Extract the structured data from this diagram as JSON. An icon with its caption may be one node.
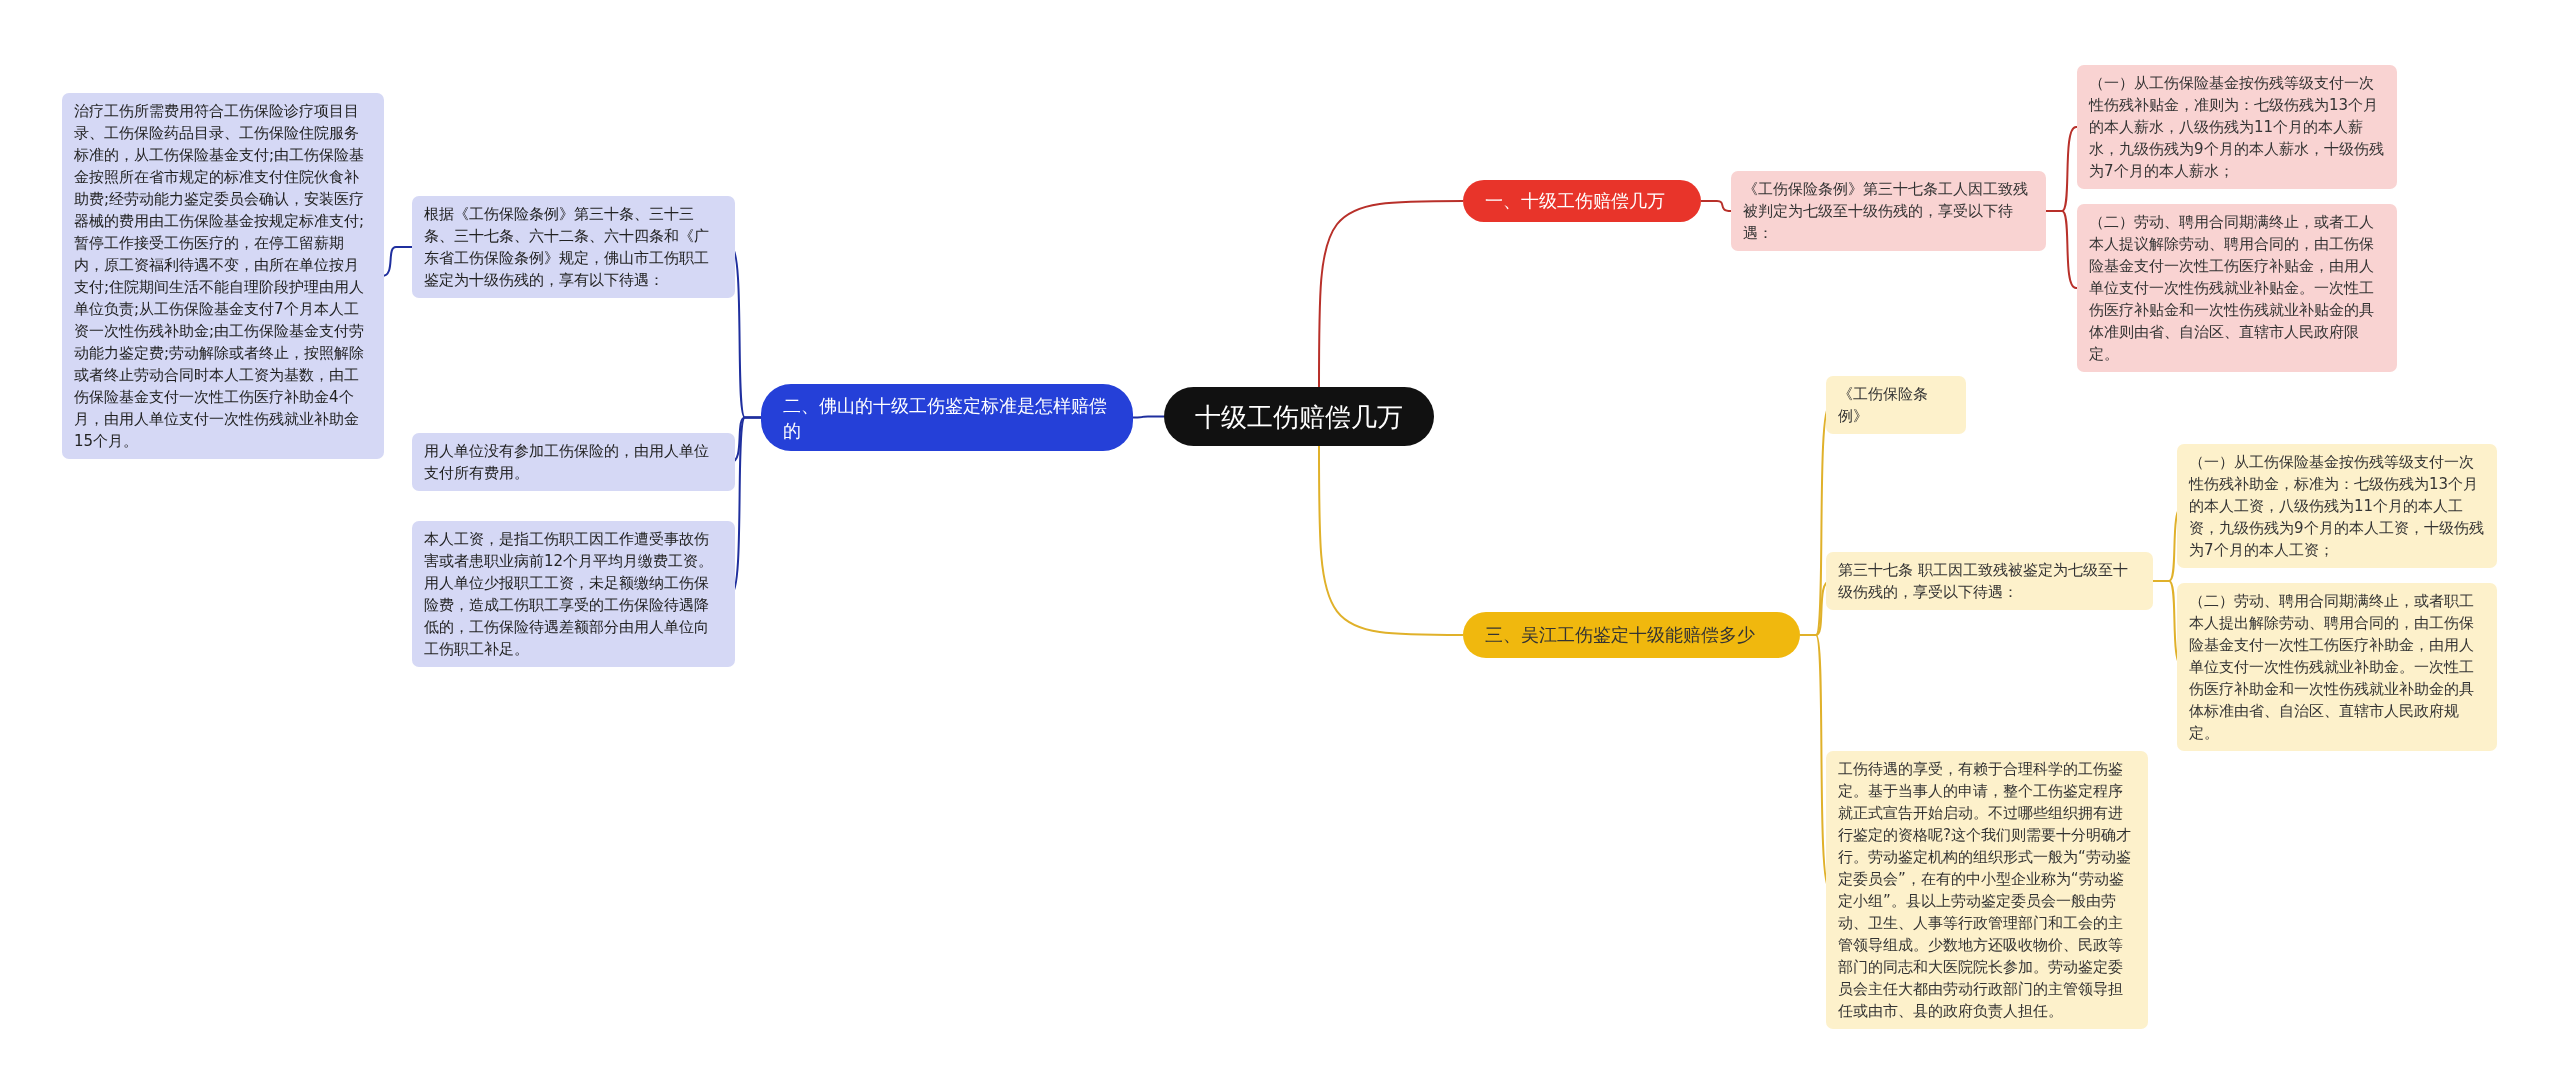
{
  "diagram": {
    "nodes": [
      {
        "text": [
          "十级工伤赔偿几万"
        ]
      },
      {
        "text": [
          "一、十级工伤赔偿几万"
        ]
      },
      {
        "text": [
          "《工伤保险条例》第三十七条工人因工致残被判定为七级至十级伤残的，享受以下待遇："
        ]
      },
      {
        "text": [
          "（一）从工伤保险基金按伤残等级支付一次性伤残补贴金，准则为：七级伤残为13个月的本人薪水，八级伤残为11个月的本人薪水，九级伤残为9个月的本人薪水，十级伤残为7个月的本人薪水；"
        ]
      },
      {
        "text": [
          "（二）劳动、聘用合同期满终止，或者工人本人提议解除劳动、聘用合同的，由工伤保险基金支付一次性工伤医疗补贴金，由用人单位支付一次性伤残就业补贴金。一次性工伤医疗补贴金和一次性伤残就业补贴金的具体准则由省、自治区、直辖市人民政府限定。"
        ]
      },
      {
        "text": [
          "二、佛山的十级工伤鉴定标准是怎样赔偿的"
        ]
      },
      {
        "text": [
          "根据《工伤保险条例》第三十条、三十三条、三十七条、六十二条、六十四条和《广东省工伤保险条例》规定，佛山市工伤职工鉴定为十级伤残的，享有以下待遇："
        ]
      },
      {
        "text": [
          "治疗工伤所需费用符合工伤保险诊疗项目目录、工伤保险药品目录、工伤保险住院服务标准的，从工伤保险基金支付;由工伤保险基金按照所在省市规定的标准支付住院伙食补助费;经劳动能力鉴定委员会确认，安装医疗器械的费用由工伤保险基金按规定标准支付;暂停工作接受工伤医疗的，在停工留薪期内，原工资福利待遇不变，由所在单位按月支付;住院期间生活不能自理阶段护理由用人单位负责;从工伤保险基金支付7个月本人工资一次性伤残补助金;由工伤保险基金支付劳动能力鉴定费;劳动解除或者终止，按照解除或者终止劳动合同时本人工资为基数，由工伤保险基金支付一次性工伤医疗补助金4个月，由用人单位支付一次性伤残就业补助金15个月。"
        ]
      },
      {
        "text": [
          "用人单位没有参加工伤保险的，由用人单位支付所有费用。"
        ]
      },
      {
        "text": [
          "本人工资，是指工伤职工因工作遭受事故伤害或者患职业病前12个月平均月缴费工资。用人单位少报职工工资，未足额缴纳工伤保险费，造成工伤职工享受的工伤保险待遇降低的，工伤保险待遇差额部分由用人单位向工伤职工补足。"
        ]
      },
      {
        "text": [
          "三、吴江工伤鉴定十级能赔偿多少"
        ]
      },
      {
        "text": [
          "《工伤保险条例》"
        ]
      },
      {
        "text": [
          "第三十七条 职工因工致残被鉴定为七级至十级伤残的，享受以下待遇："
        ]
      },
      {
        "text": [
          "（一）从工伤保险基金按伤残等级支付一次性伤残补助金，标准为：七级伤残为13个月的本人工资，八级伤残为11个月的本人工资，九级伤残为9个月的本人工资，十级伤残为7个月的本人工资；"
        ]
      },
      {
        "text": [
          "（二）劳动、聘用合同期满终止，或者职工本人提出解除劳动、聘用合同的，由工伤保险基金支付一次性工伤医疗补助金，由用人单位支付一次性伤残就业补助金。一次性工伤医疗补助金和一次性伤残就业补助金的具体标准由省、自治区、直辖市人民政府规定。"
        ]
      },
      {
        "text": [
          "工伤待遇的享受，有赖于合理科学的工伤鉴定。基于当事人的申请，整个工伤鉴定程序就正式宣告开始启动。不过哪些组织拥有进行鉴定的资格呢?这个我们则需要十分明确才行。劳动鉴定机构的组织形式一般为“劳动鉴定委员会”，在有的中小型企业称为“劳动鉴定小组”。县以上劳动鉴定委员会一般由劳动、卫生、人事等行政管理部门和工会的主管领导组成。少数地方还吸收物价、民政等部门的同志和大医院院长参加。劳动鉴定委员会主任大都由劳动行政部门的主管领导担任或由市、县的政府负责人担任。"
        ]
      }
    ],
    "edges": [
      {
        "from": 0,
        "to": 1,
        "arrow": "none",
        "color": "#b8302a"
      },
      {
        "from": 1,
        "to": 2,
        "arrow": "none",
        "color": "#b8302a"
      },
      {
        "from": 2,
        "to": 3,
        "arrow": "none",
        "color": "#b8302a"
      },
      {
        "from": 2,
        "to": 4,
        "arrow": "none",
        "color": "#b8302a"
      },
      {
        "from": 0,
        "to": 5,
        "arrow": "none",
        "color": "#1f2f9e"
      },
      {
        "from": 5,
        "to": 6,
        "arrow": "none",
        "color": "#1f2f9e"
      },
      {
        "from": 6,
        "to": 7,
        "arrow": "none",
        "color": "#1f2f9e"
      },
      {
        "from": 5,
        "to": 8,
        "arrow": "none",
        "color": "#1f2f9e"
      },
      {
        "from": 5,
        "to": 9,
        "arrow": "none",
        "color": "#1f2f9e"
      },
      {
        "from": 0,
        "to": 10,
        "arrow": "none",
        "color": "#e0b12a"
      },
      {
        "from": 10,
        "to": 11,
        "arrow": "none",
        "color": "#e0b12a"
      },
      {
        "from": 10,
        "to": 12,
        "arrow": "none",
        "color": "#e0b12a"
      },
      {
        "from": 12,
        "to": 13,
        "arrow": "none",
        "color": "#e0b12a"
      },
      {
        "from": 12,
        "to": 14,
        "arrow": "none",
        "color": "#e0b12a"
      },
      {
        "from": 10,
        "to": 15,
        "arrow": "none",
        "color": "#e0b12a"
      }
    ]
  }
}
